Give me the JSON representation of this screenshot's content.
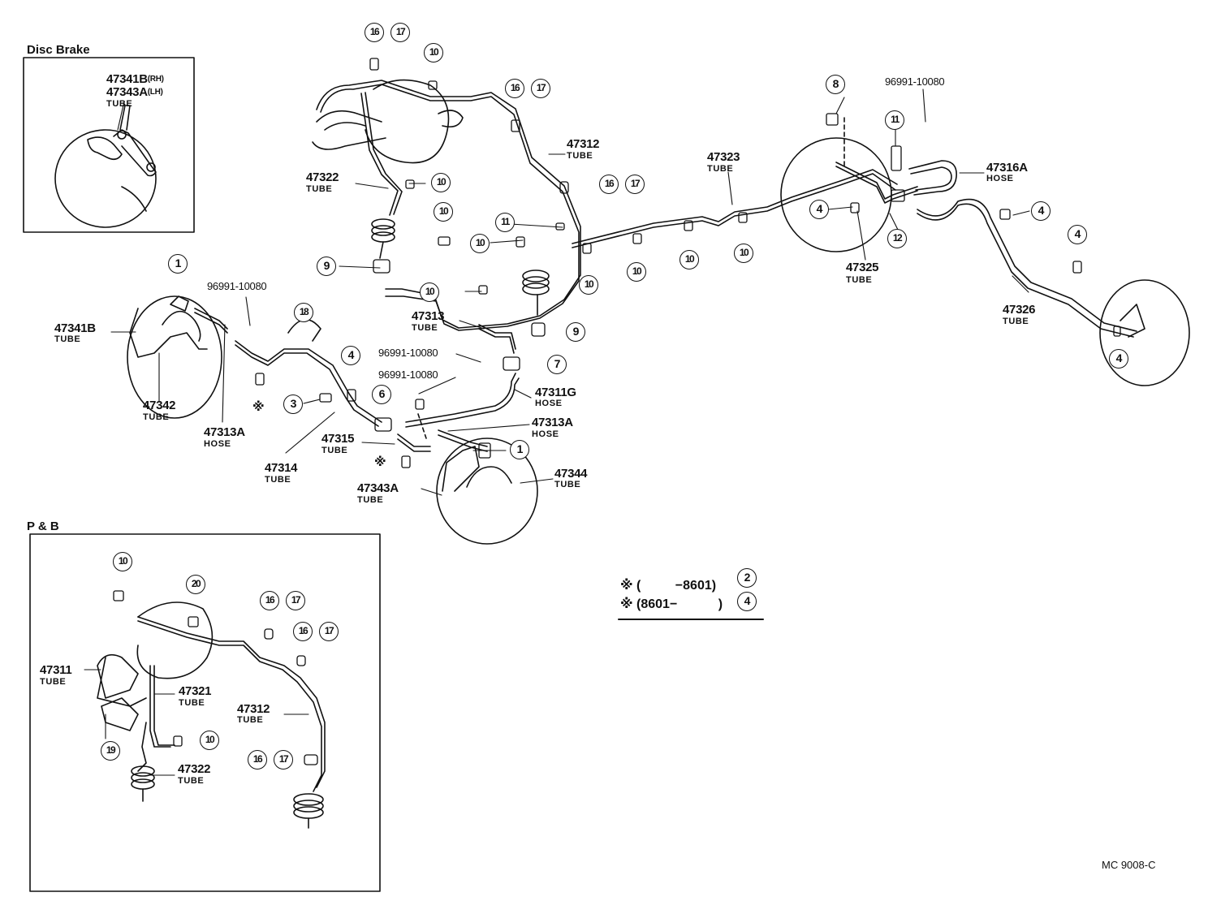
{
  "insets": {
    "disc_brake": {
      "title": "Disc Brake",
      "part_rh": "47341B",
      "part_lh": "47343A",
      "rh": "(RH)",
      "lh": "(LH)",
      "type": "TUBE"
    },
    "pb": {
      "title": "P & B"
    }
  },
  "labels": {
    "47312": "47312",
    "47322": "47322",
    "47323": "47323",
    "47316A": "47316A",
    "47325": "47325",
    "47326": "47326",
    "47341B": "47341B",
    "47342": "47342",
    "47313A": "47313A",
    "47314": "47314",
    "47313": "47313",
    "47311G": "47311G",
    "47315": "47315",
    "47343A": "47343A",
    "47344": "47344",
    "47311": "47311",
    "47321": "47321",
    "clip": "96991-10080"
  },
  "types": {
    "tube": "TUBE",
    "hose": "HOSE"
  },
  "refs": {
    "r1": "1",
    "r2": "2",
    "r3": "3",
    "r4": "4",
    "r6": "6",
    "r7": "7",
    "r8": "8",
    "r9": "9",
    "r10": "10",
    "r11": "11",
    "r12": "12",
    "r16": "16",
    "r17": "17",
    "r18": "18",
    "r19": "19",
    "r20": "20"
  },
  "legend": {
    "mark": "※",
    "row1_open": "(",
    "row1_code": "−8601)",
    "row1_ref": "2",
    "row2_code": "(8601−",
    "row2_close": ")",
    "row2_ref": "4"
  },
  "footer": {
    "code": "MC  9008-C"
  }
}
